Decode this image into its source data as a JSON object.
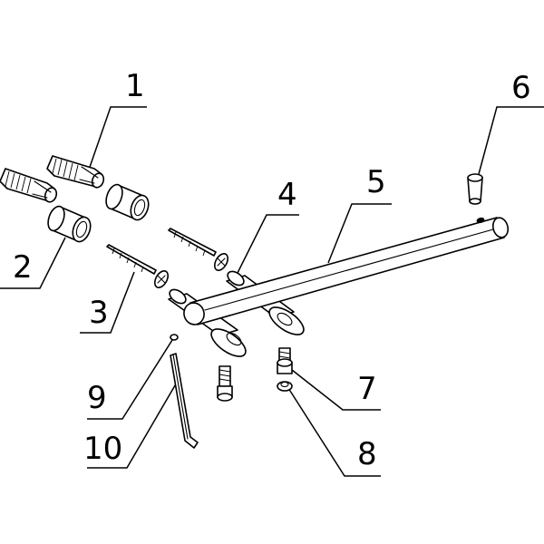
{
  "diagram": {
    "labels": [
      {
        "id": "1",
        "text": "1"
      },
      {
        "id": "2",
        "text": "2"
      },
      {
        "id": "3",
        "text": "3"
      },
      {
        "id": "4",
        "text": "4"
      },
      {
        "id": "5",
        "text": "5"
      },
      {
        "id": "6",
        "text": "6"
      },
      {
        "id": "7",
        "text": "7"
      },
      {
        "id": "8",
        "text": "8"
      },
      {
        "id": "9",
        "text": "9"
      },
      {
        "id": "10",
        "text": "10"
      }
    ]
  },
  "colors": {
    "line": "#000000",
    "background": "#ffffff"
  }
}
